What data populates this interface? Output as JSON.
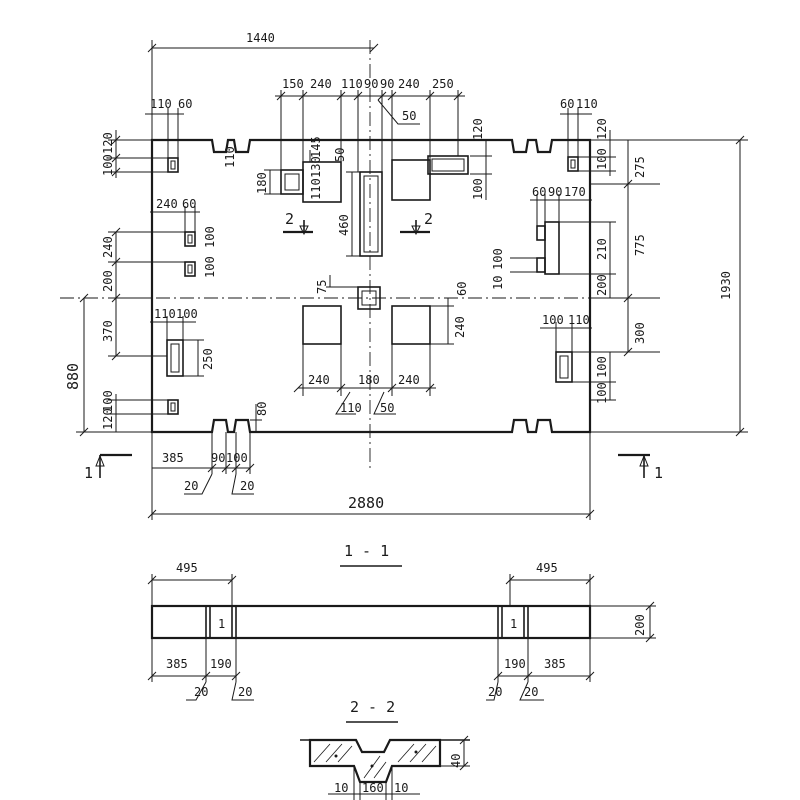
{
  "plan": {
    "labels": [
      {
        "text": "1440"
      },
      {
        "text": "150"
      },
      {
        "text": "240"
      },
      {
        "text": "110"
      },
      {
        "text": "90"
      },
      {
        "text": "90"
      },
      {
        "text": "240"
      },
      {
        "text": "250"
      },
      {
        "text": "50"
      },
      {
        "text": "110"
      },
      {
        "text": "60"
      },
      {
        "text": "60"
      },
      {
        "text": "110"
      },
      {
        "text": "120"
      },
      {
        "text": "100"
      },
      {
        "text": "110"
      },
      {
        "text": "130"
      },
      {
        "text": "145"
      },
      {
        "text": "180"
      },
      {
        "text": "50"
      },
      {
        "text": "110"
      },
      {
        "text": "120"
      },
      {
        "text": "100"
      },
      {
        "text": "120"
      },
      {
        "text": "100"
      },
      {
        "text": "275"
      },
      {
        "text": "240"
      },
      {
        "text": "60"
      },
      {
        "text": "60"
      },
      {
        "text": "90"
      },
      {
        "text": "170"
      },
      {
        "text": "240"
      },
      {
        "text": "200"
      },
      {
        "text": "100"
      },
      {
        "text": "100"
      },
      {
        "text": "460"
      },
      {
        "text": "10"
      },
      {
        "text": "100"
      },
      {
        "text": "210"
      },
      {
        "text": "200"
      },
      {
        "text": "775"
      },
      {
        "text": "1930"
      },
      {
        "text": "75"
      },
      {
        "text": "60"
      },
      {
        "text": "370"
      },
      {
        "text": "110"
      },
      {
        "text": "100"
      },
      {
        "text": "240"
      },
      {
        "text": "100"
      },
      {
        "text": "110"
      },
      {
        "text": "300"
      },
      {
        "text": "250"
      },
      {
        "text": "880"
      },
      {
        "text": "100"
      },
      {
        "text": "100"
      },
      {
        "text": "240"
      },
      {
        "text": "180"
      },
      {
        "text": "240"
      },
      {
        "text": "110"
      },
      {
        "text": "50"
      },
      {
        "text": "120"
      },
      {
        "text": "100"
      },
      {
        "text": "80"
      },
      {
        "text": "385"
      },
      {
        "text": "90"
      },
      {
        "text": "100"
      },
      {
        "text": "20"
      },
      {
        "text": "20"
      },
      {
        "text": "2880"
      }
    ],
    "section_markers": [
      {
        "text": "2"
      },
      {
        "text": "2"
      },
      {
        "text": "1"
      },
      {
        "text": "1"
      }
    ]
  },
  "section_1": {
    "title": "1 - 1",
    "labels": [
      {
        "text": "495"
      },
      {
        "text": "495"
      },
      {
        "text": "200"
      },
      {
        "text": "385"
      },
      {
        "text": "190"
      },
      {
        "text": "190"
      },
      {
        "text": "385"
      },
      {
        "text": "20"
      },
      {
        "text": "20"
      },
      {
        "text": "20"
      },
      {
        "text": "20"
      },
      {
        "text": "1"
      },
      {
        "text": "1"
      }
    ]
  },
  "section_2": {
    "title": "2 - 2",
    "labels": [
      {
        "text": "40"
      },
      {
        "text": "10"
      },
      {
        "text": "160"
      },
      {
        "text": "10"
      }
    ]
  }
}
